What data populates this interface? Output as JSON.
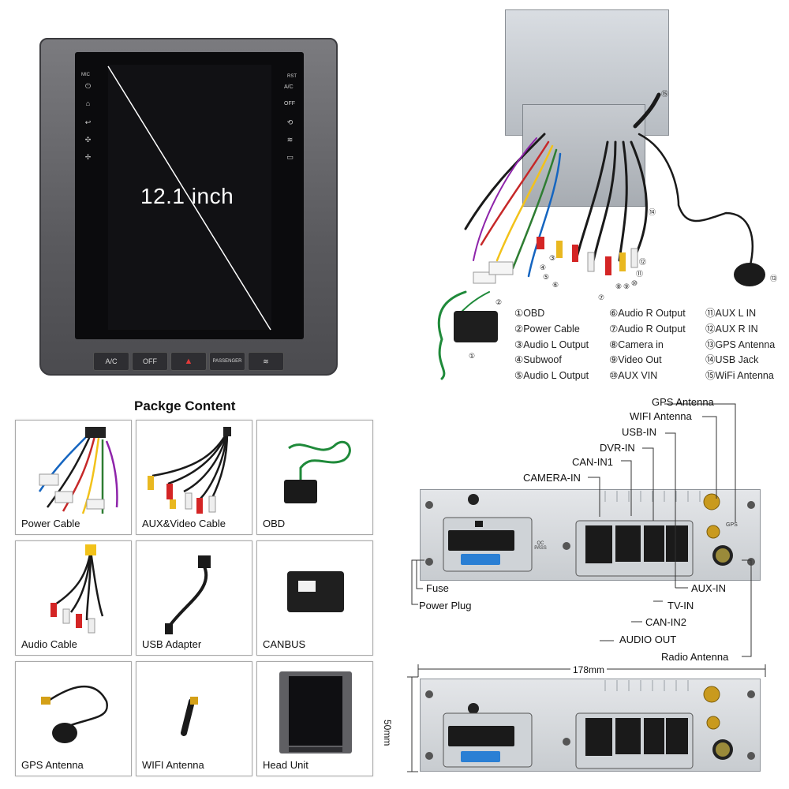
{
  "head_unit": {
    "screen_size": "12.1 inch",
    "left_labels": [
      "MIC"
    ],
    "right_labels": [
      "RST",
      "A/C",
      "OFF"
    ],
    "buttons": [
      "A/C",
      "OFF",
      "▲",
      "PASSENGER",
      "≋"
    ]
  },
  "wiring_legend": [
    [
      "①OBD",
      "⑥Audio R Output",
      "⑪AUX L IN"
    ],
    [
      "②Power Cable",
      "⑦Audio R Output",
      "⑫AUX R IN"
    ],
    [
      "③Audio L Output",
      "⑧Camera in",
      "⑬GPS Antenna"
    ],
    [
      "④Subwoof",
      "⑨Video Out",
      "⑭USB Jack"
    ],
    [
      "⑤Audio L Output",
      "⑩AUX VIN",
      "⑮WiFi Antenna"
    ]
  ],
  "callout_numbers": [
    "①",
    "②",
    "③",
    "④",
    "⑤",
    "⑥",
    "⑦",
    "⑧",
    "⑨",
    "⑩",
    "⑪",
    "⑫",
    "⑬",
    "⑭",
    "⑮"
  ],
  "package": {
    "title": "Packge Content",
    "items": [
      "Power Cable",
      "AUX&Video Cable",
      "OBD",
      "Audio Cable",
      "USB Adapter",
      "CANBUS",
      "GPS Antenna",
      "WIFI Antenna",
      "Head Unit"
    ]
  },
  "connectors": {
    "top": [
      "GPS Antenna",
      "WIFI Antenna",
      "USB-IN",
      "DVR-IN",
      "CAN-IN1",
      "CAMERA-IN"
    ],
    "bottom_left": [
      "Fuse",
      "Power Plug"
    ],
    "bottom_right": [
      "AUX-IN",
      "TV-IN",
      "CAN-IN2",
      "AUDIO OUT",
      "Radio Antenna"
    ],
    "panel_marks": [
      "QC PASS",
      "GPS"
    ]
  },
  "dimensions": {
    "width": "178mm",
    "height": "50mm"
  },
  "colors": {
    "bezel": "#5f5f63",
    "screen": "#0b0b0d",
    "wire_green": "#1f8a3a",
    "cable_black": "#1a1a1a",
    "rca_red": "#d42525",
    "rca_yellow": "#e9b820",
    "rca_white": "#eeeeee"
  }
}
